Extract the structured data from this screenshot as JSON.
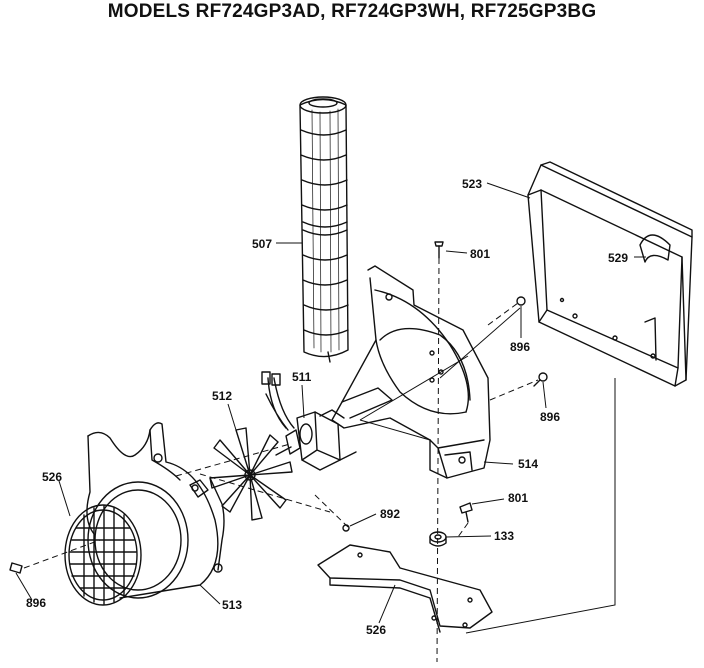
{
  "title": "MODELS RF724GP3AD, RF724GP3WH, RF725GP3BG",
  "labels": {
    "p507": "507",
    "p523": "523",
    "p529": "529",
    "p801a": "801",
    "p896a": "896",
    "p896b": "896",
    "p511": "511",
    "p512": "512",
    "p514": "514",
    "p526a": "526",
    "p892": "892",
    "p801b": "801",
    "p133": "133",
    "p896c": "896",
    "p513": "513",
    "p526b": "526"
  }
}
